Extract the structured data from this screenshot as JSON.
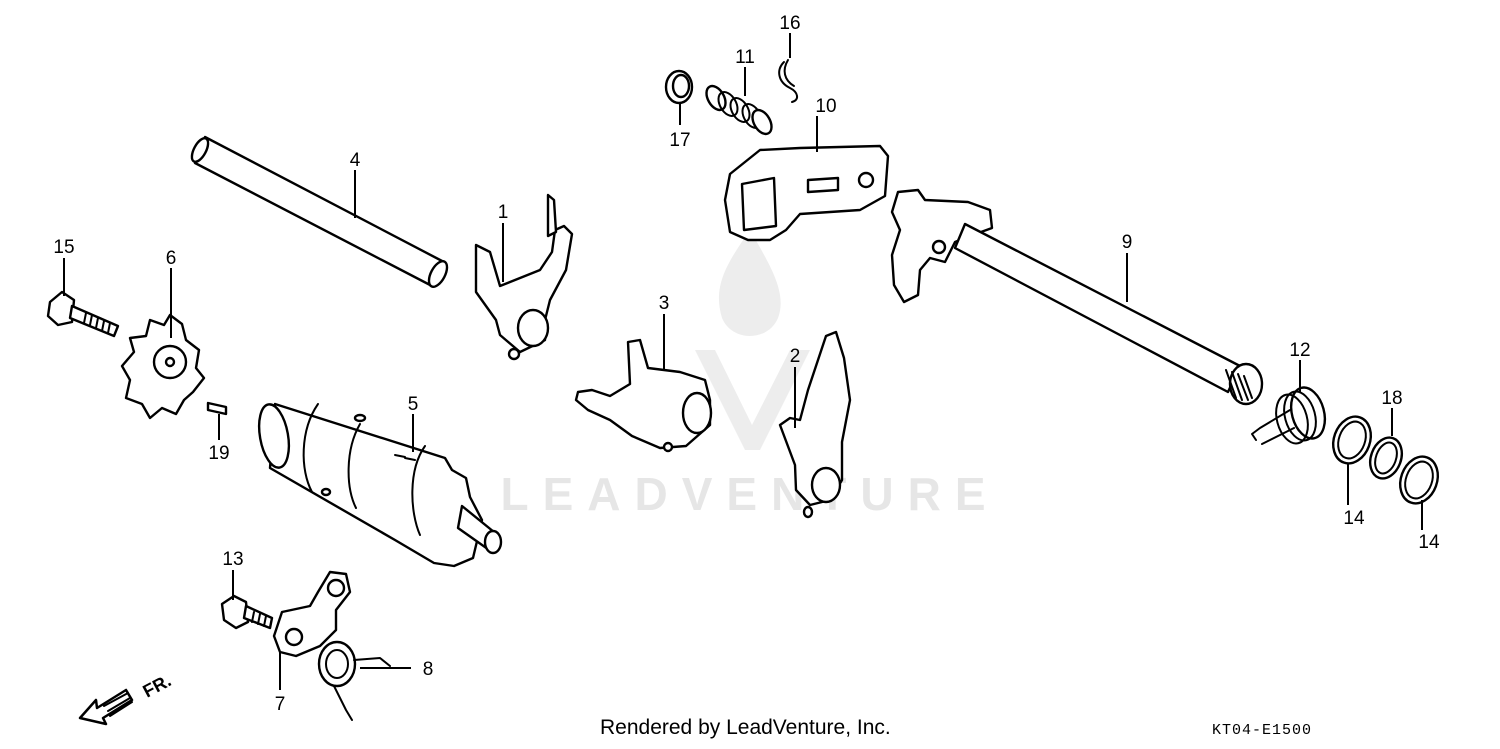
{
  "watermark": {
    "text": "LEADVENTURE"
  },
  "callouts": {
    "c1": "1",
    "c2": "2",
    "c3": "3",
    "c4": "4",
    "c5": "5",
    "c6": "6",
    "c7": "7",
    "c8": "8",
    "c9": "9",
    "c10": "10",
    "c11": "11",
    "c12": "12",
    "c13": "13",
    "c14a": "14",
    "c14b": "14",
    "c15": "15",
    "c16": "16",
    "c17": "17",
    "c18": "18",
    "c19": "19"
  },
  "direction_label": "FR.",
  "footer": {
    "credit": "Rendered by LeadVenture, Inc.",
    "diagram_code": "KT04-E1500"
  }
}
